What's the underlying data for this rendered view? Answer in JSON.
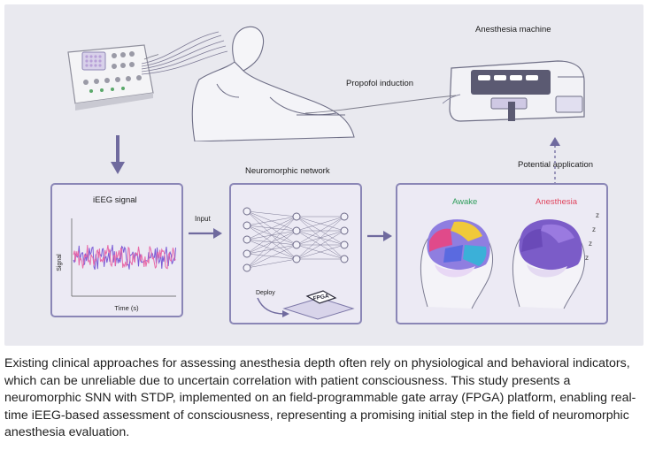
{
  "figure": {
    "anesthesia_machine": "Anesthesia machine",
    "propofol_induction": "Propofol induction",
    "neuromorphic_network": "Neuromorphic network",
    "potential_application": "Potential application",
    "ieeg_signal": "iEEG signal",
    "input": "Input",
    "signal_axis": "Signal",
    "time_axis": "Time (s)",
    "deploy": "Deploy",
    "fpga": "FPGA",
    "awake": "Awake",
    "anesthesia": "Anesthesia",
    "sleep_glyph": "z",
    "colors": {
      "awake_label": "#2f9e5b",
      "anesthesia_label": "#e0455e",
      "panel_border": "#8a86b6",
      "arrow": "#6f6a9e"
    }
  },
  "caption": "Existing clinical approaches for assessing anesthesia depth often rely on physiological and behavioral indicators, which can be unreliable due to uncertain correlation with patient consciousness. This study presents a neuromorphic SNN with STDP, implemented on an field-programmable gate array (FPGA) platform, enabling real-time iEEG-based assessment of consciousness, representing a promising initial step in the field of neuromorphic anesthesia evaluation."
}
